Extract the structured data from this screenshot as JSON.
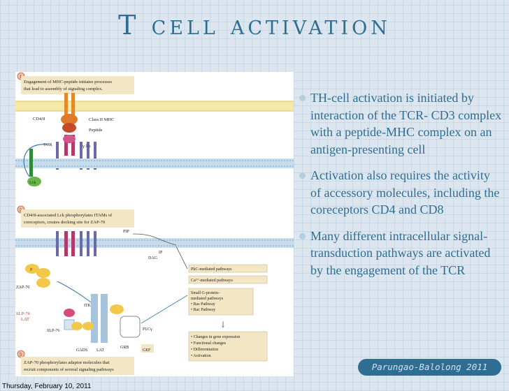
{
  "slide": {
    "title": "T cell activation",
    "bullets": [
      "TH-cell activation is initiated by interaction of the TCR- CD3 complex with a peptide-MHC complex on an antigen-presenting cell",
      "Activation also requires the activity of accessory molecules, including the coreceptors CD4 and CD8",
      "Many different intracellular signal-transduction pathways are activated by the engagement of the TCR"
    ],
    "credit": "Parungao-Balolong 2011",
    "date": "Thursday, February 10, 2011"
  },
  "figure": {
    "step1_caption_line1": "Engagement of MHC-peptide initiates processes",
    "step1_caption_line2": "that lead to assembly of signaling complex.",
    "label_cd4_8": "CD4/8",
    "label_class_mhc": "Class II MHC",
    "label_peptide": "Peptide",
    "label_tcr": "TCR",
    "label_greek": "γ  δ  ε",
    "label_lck": "Lck",
    "step2_caption_line1": "CD4/8-associated Lck phosphorylates ITAMs of",
    "step2_caption_line2": "coreceptors, creates docking site for ZAP-70",
    "label_pip2": "PIP",
    "label_ip3": "IP",
    "label_dag": "DAG",
    "label_zap70": "ZAP-70",
    "label_slp76": "SLP-76",
    "label_lat": "LAT",
    "label_slp76b": "SLP-76",
    "label_itk": "ITK",
    "label_gads": "GADS",
    "label_lat2": "LAT",
    "label_plcy": "PLCγ",
    "label_grb": "GRB",
    "label_gef": "GEF",
    "path1": "PkC-mediated pathways",
    "path2": "Ca²⁺-mediated pathways",
    "path3_line1": "Small G-protein–",
    "path3_line2": "mediated pathways",
    "path3_line3": "• Ras Pathway",
    "path3_line4": "• Rac Pathway",
    "out1": "• Changes in gene expression",
    "out2": "• Functional changes",
    "out3": "• Differentiation",
    "out4": "• Activation",
    "step3_caption_line1": "ZAP-70 phosphorylates adaptor molecules that",
    "step3_caption_line2": "recruit components of several signaling pathways",
    "step1_num": "1",
    "step2_num": "2",
    "step3_num": "3",
    "p_label": "P"
  }
}
